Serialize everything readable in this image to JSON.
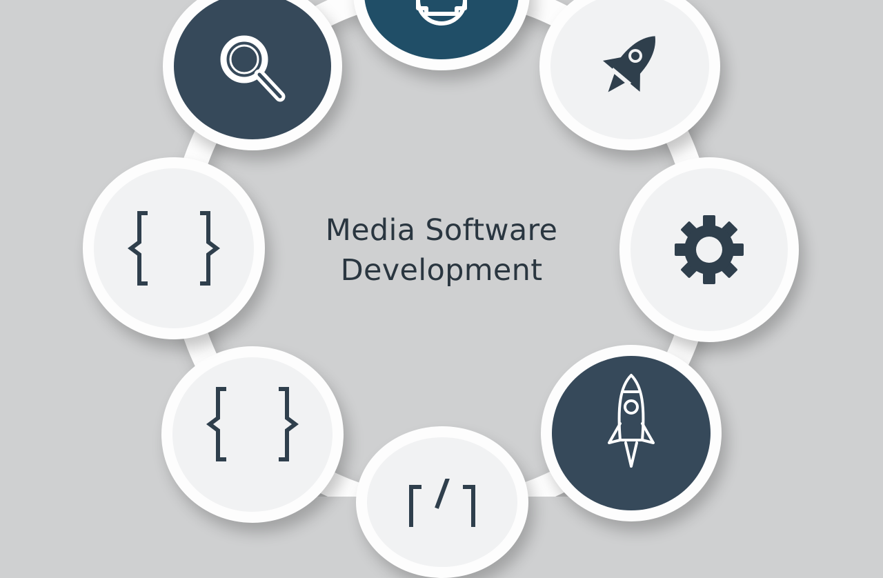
{
  "center": {
    "line1": "Media Software",
    "line2": "Development"
  },
  "colors": {
    "background": "#cfd0d1",
    "ring": "#fdfdfd",
    "dark_slate": "#36495a",
    "teal": "#204e67",
    "light_disc": "#f1f2f3",
    "icon_dark": "#2f3f4c",
    "icon_light": "#ffffff",
    "text": "#2a3640"
  },
  "nodes": [
    {
      "id": "search",
      "icon": "magnifier-icon",
      "theme": "dark_slate"
    },
    {
      "id": "gear-top",
      "icon": "gear-icon",
      "theme": "teal"
    },
    {
      "id": "rocket-top-right",
      "icon": "rocket-icon",
      "theme": "light_disc"
    },
    {
      "id": "gear-right",
      "icon": "gear-icon",
      "theme": "light_disc"
    },
    {
      "id": "rocket-bottom-right",
      "icon": "rocket-icon",
      "theme": "dark_slate"
    },
    {
      "id": "code-bottom",
      "icon": "code-tag-icon",
      "theme": "light_disc"
    },
    {
      "id": "braces-bottom-left",
      "icon": "curly-braces-icon",
      "theme": "light_disc"
    },
    {
      "id": "braces-left",
      "icon": "curly-braces-icon",
      "theme": "light_disc"
    }
  ]
}
